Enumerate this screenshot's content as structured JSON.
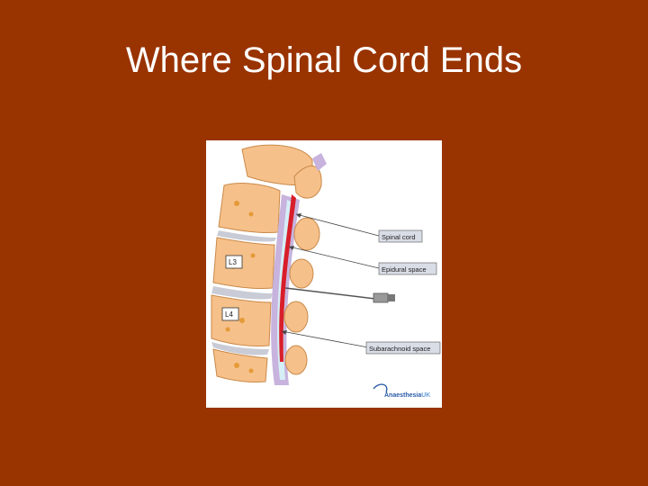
{
  "slide": {
    "title": "Where Spinal Cord Ends",
    "background_color": "#993300"
  },
  "figure": {
    "labels": {
      "spinal_cord": "Spinal cord",
      "epidural_space": "Epidural space",
      "subarachnoid_space": "Subarachnoid space"
    },
    "vertebra_levels": [
      "L3",
      "L4"
    ],
    "logo": {
      "brand": "Anaesthesia",
      "suffix": "UK"
    },
    "colors": {
      "vertebra": "#f6c08a",
      "disc": "#c9ccd6",
      "cord": "#d81e2a",
      "csf": "#d6eef6",
      "dura": "#c7b3dd"
    }
  }
}
